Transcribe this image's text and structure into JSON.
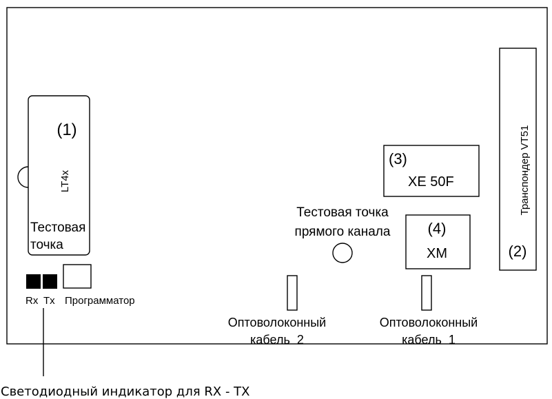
{
  "diagram": {
    "lt4x": {
      "number": "(1)",
      "label": "LT4x"
    },
    "test_point": {
      "line1": "Тестовая",
      "line2": "точка"
    },
    "leds": {
      "rx": "Rx",
      "tx": "Tx",
      "programmer": "Программатор"
    },
    "xe50f": {
      "number": "(3)",
      "label": "XE 50F"
    },
    "xm": {
      "number": "(4)",
      "label": "XM"
    },
    "direct_channel_test_point": {
      "line1": "Тестовая точка",
      "line2": "прямого канала"
    },
    "transponder": {
      "label": "Транспондер VT51",
      "number": "(2)"
    },
    "fiber2": {
      "line1": "Оптоволоконный",
      "line2": "кабель  2"
    },
    "fiber1": {
      "line1": "Оптоволоконный",
      "line2": "кабель  1"
    },
    "led_indicator_caption": "Светодиодный индикатор для RX - TX"
  }
}
